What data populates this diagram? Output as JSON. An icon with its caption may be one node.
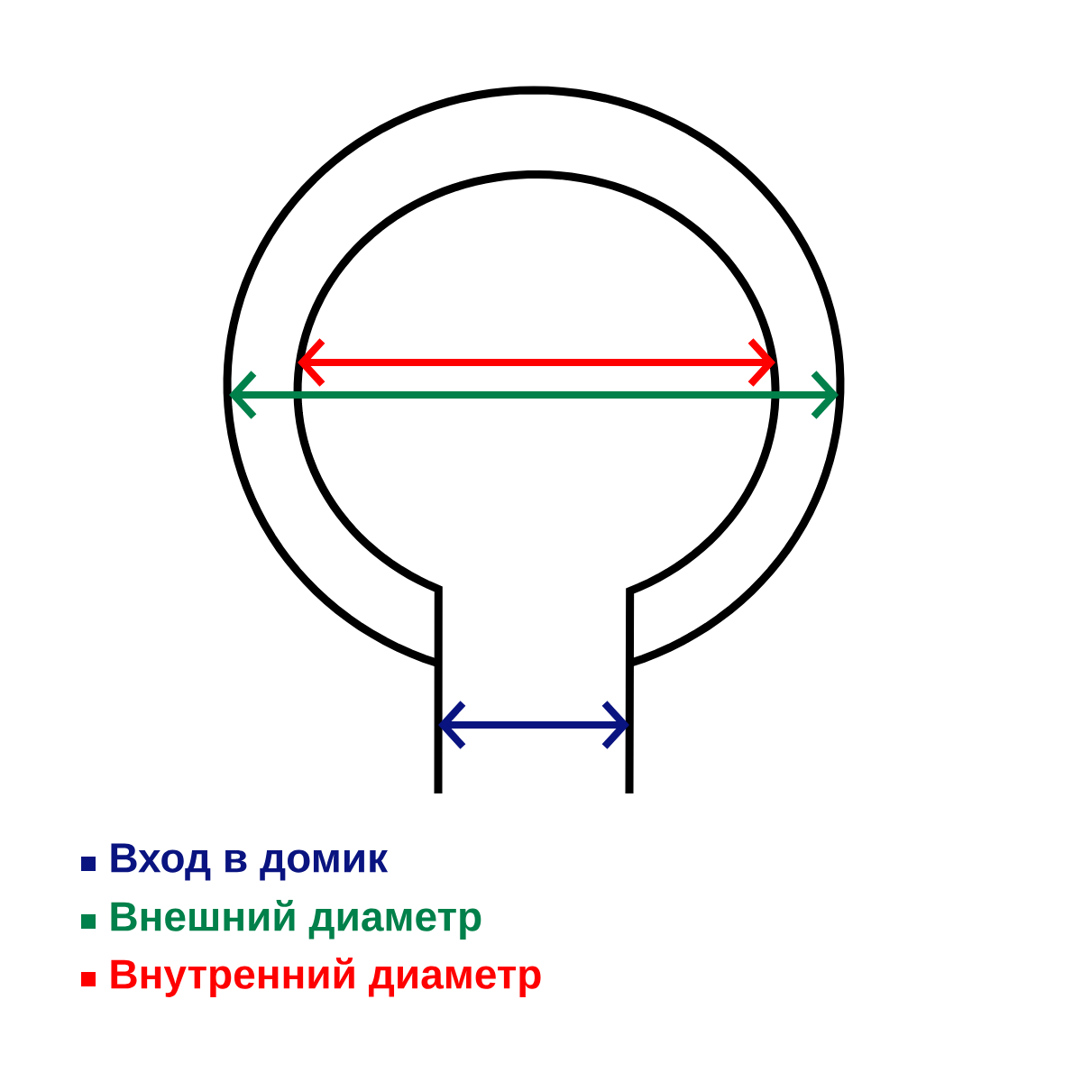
{
  "diagram": {
    "legend": [
      {
        "text": "Вход в домик",
        "color": "#0a1480"
      },
      {
        "text": "Внешний диаметр",
        "color": "#00804a"
      },
      {
        "text": "Внутренний диаметр",
        "color": "#ff0000"
      }
    ]
  }
}
